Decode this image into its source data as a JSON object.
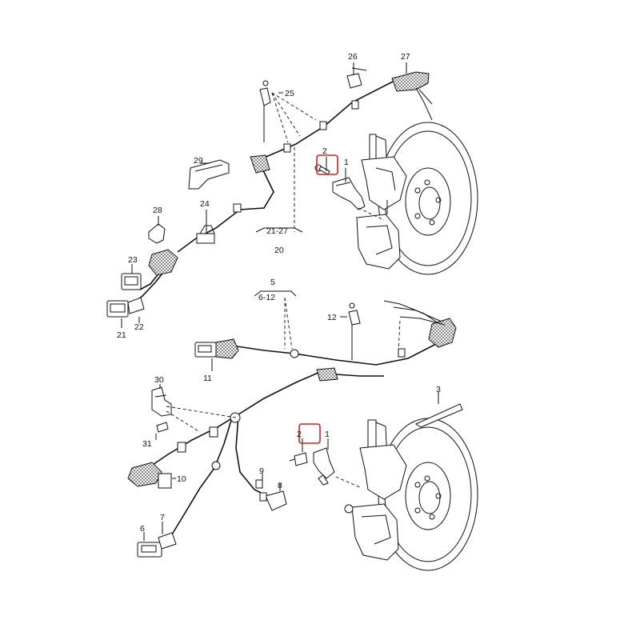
{
  "callouts": {
    "p1a": "1",
    "p2a": "2",
    "p20": "20",
    "p21_27": "21-27",
    "p21": "21",
    "p22": "22",
    "p23": "23",
    "p24": "24",
    "p25": "25",
    "p26": "26",
    "p27": "27",
    "p28": "28",
    "p29": "29",
    "p1b": "1",
    "p2b": "2",
    "p3": "3",
    "p5": "5",
    "p6_12": "6-12",
    "p6": "6",
    "p7": "7",
    "p8": "8",
    "p9": "9",
    "p10": "10",
    "p11": "11",
    "p12": "12",
    "p30": "30",
    "p31": "31"
  },
  "colors": {
    "line": "#111111",
    "highlight": "#d42020",
    "background": "#ffffff"
  }
}
